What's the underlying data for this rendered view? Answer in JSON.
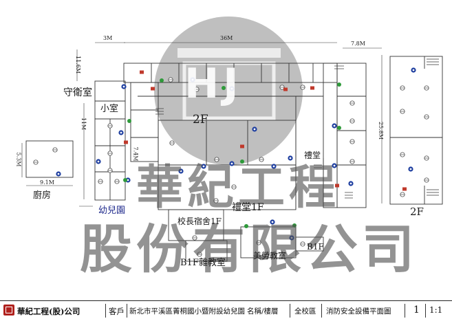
{
  "watermark": {
    "monogram": "HJ",
    "company_line1": "華紀工程",
    "company_line2": "股份有限公司"
  },
  "rooms": {
    "guard_room": "守衛室",
    "small_room": "小室",
    "kitchen": "廚房",
    "kindergarten": "幼兒園",
    "second_floor": "2F",
    "hall": "禮堂",
    "hall_1f": "禮堂1F",
    "principal_dorm": "校長宿舍1F",
    "b1f_classroom": "B1F雜教室",
    "art_classroom": "美勞教室",
    "b1f": "B1F",
    "building_2f": "2F"
  },
  "dimensions": {
    "guard_width": "3M",
    "upper_width": "36M",
    "right_width": "7.8M",
    "left_height": "11.6M",
    "left_height2": "11M",
    "kitchen_width": "9.1M",
    "kitchen_height": "5.3M",
    "mid_height": "7.4M",
    "bldg_height": "25.8M"
  },
  "titlebar": {
    "company": "華紀工程(股)公司",
    "client_label": "客戶",
    "client_name": "新北市平溪區菁桐國小暨附設幼兒園",
    "name_floor_label": "名稱/樓層",
    "scope": "全校區",
    "drawing_title": "消防安全設備平面圖",
    "sheet_no": "1",
    "scale": "1:1"
  }
}
